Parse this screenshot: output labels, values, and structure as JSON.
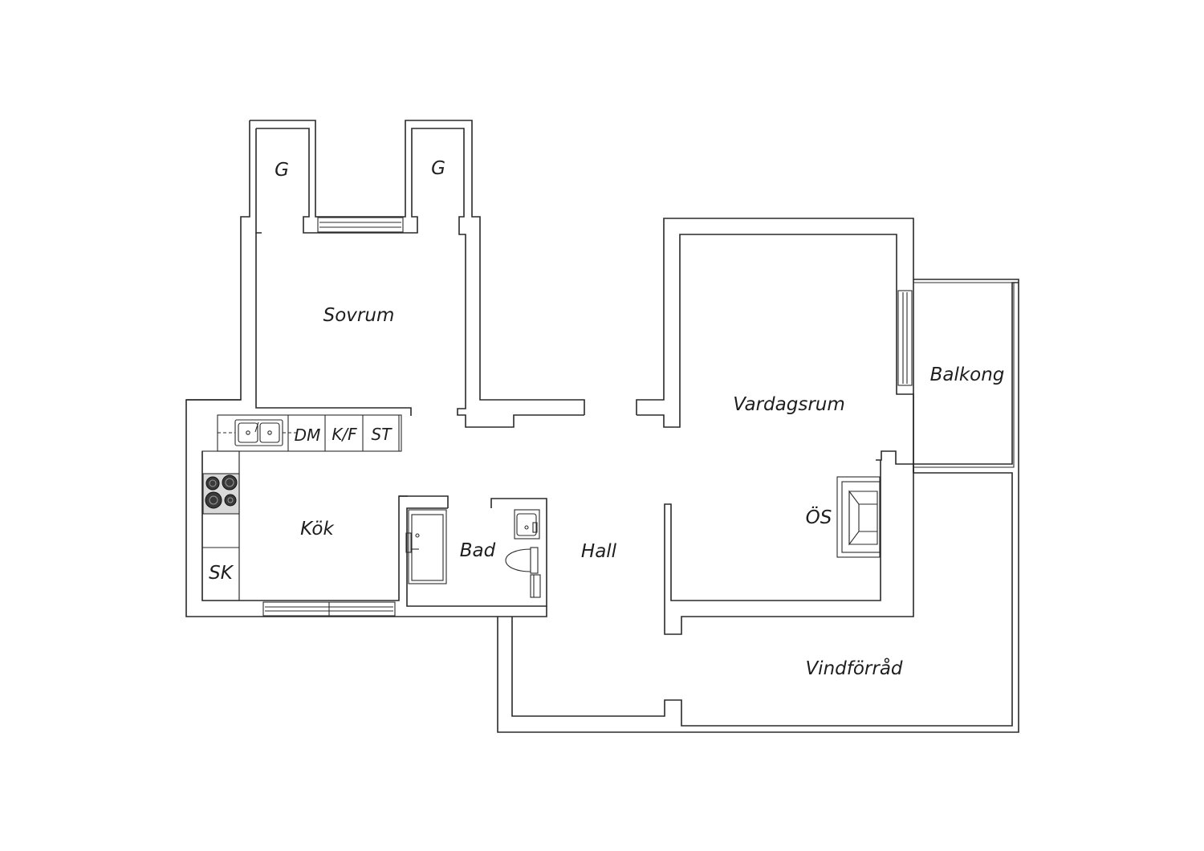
{
  "rooms": {
    "wardrobe_left": "G",
    "wardrobe_right": "G",
    "bedroom": "Sovrum",
    "balcony": "Balkong",
    "living_room": "Vardagsrum",
    "kitchen": "Kök",
    "bathroom": "Bad",
    "hall": "Hall",
    "fireplace": "ÖS",
    "attic_storage": "Vindförråd"
  },
  "appliances": {
    "dishwasher": "DM",
    "fridge_freezer": "K/F",
    "tall_cabinet": "ST",
    "broom_closet": "SK"
  }
}
